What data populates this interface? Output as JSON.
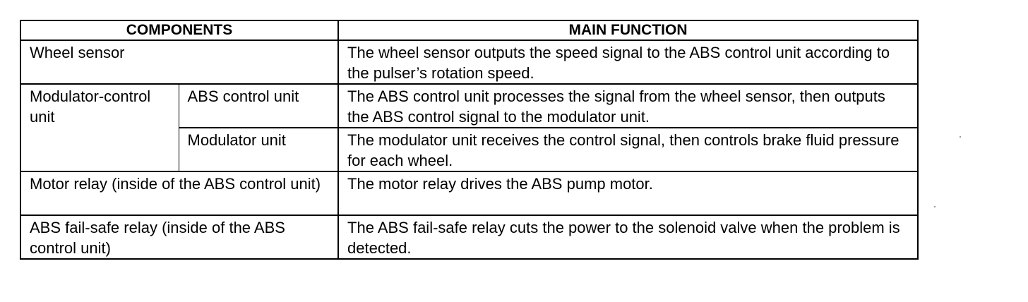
{
  "table": {
    "headers": {
      "components": "COMPONENTS",
      "main_function": "MAIN FUNCTION"
    },
    "rows": [
      {
        "component": "Wheel sensor",
        "function": "The wheel sensor outputs the speed signal to the ABS control unit according to the pulser’s rotation speed."
      },
      {
        "group": "Modulator-control unit",
        "subcomponents": [
          {
            "component": "ABS control unit",
            "function": "The ABS control unit processes the signal from the wheel sensor, then outputs the ABS control signal to the modulator unit."
          },
          {
            "component": "Modulator unit",
            "function": "The modulator unit receives the control signal, then controls brake fluid pressure for each wheel."
          }
        ]
      },
      {
        "component": "Motor relay (inside of the ABS control unit)",
        "function": "The motor relay drives the ABS pump motor."
      },
      {
        "component": "ABS fail-safe relay (inside of the ABS control unit)",
        "function": "The ABS fail-safe relay cuts the power to the solenoid valve when the problem is detected."
      }
    ]
  }
}
